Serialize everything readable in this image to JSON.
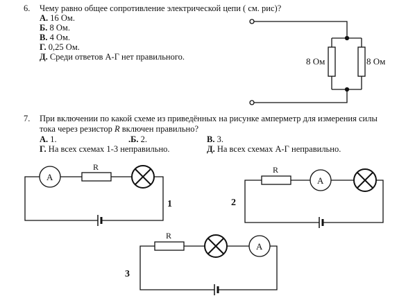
{
  "q6": {
    "number": "6.",
    "question": "Чему равно общее сопротивление электрической цепи ( см. рис)?",
    "options": [
      {
        "letter": "А.",
        "text": "16 Ом."
      },
      {
        "letter": "Б.",
        "text": "8 Ом."
      },
      {
        "letter": "В.",
        "text": "4 Ом."
      },
      {
        "letter": "Г.",
        "text": "0,25 Ом."
      },
      {
        "letter": "Д.",
        "text": "Среди ответов А-Г нет правильного."
      }
    ],
    "resistor_left": "8 Ом",
    "resistor_right": "8 Ом"
  },
  "q7": {
    "number": "7.",
    "line1": "При включении по какой схеме из приведённых на рисунке амперметр для измерения силы",
    "line2_start": "тока через резистор ",
    "line2_var": "R",
    "line2_end": " включен правильно?",
    "options": [
      {
        "letter": "А.",
        "text": "1."
      },
      {
        "letter": ".Б.",
        "text": "2."
      },
      {
        "letter": "В.",
        "text": "3."
      },
      {
        "letter": "Г.",
        "text": "На всех схемах 1-3 неправильно."
      },
      {
        "letter": "Д.",
        "text": "На всех схемах А-Г неправильно."
      }
    ],
    "ammeter_symbol": "A",
    "resistor_symbol": "R",
    "scheme_labels": [
      "1",
      "2",
      "3"
    ]
  }
}
